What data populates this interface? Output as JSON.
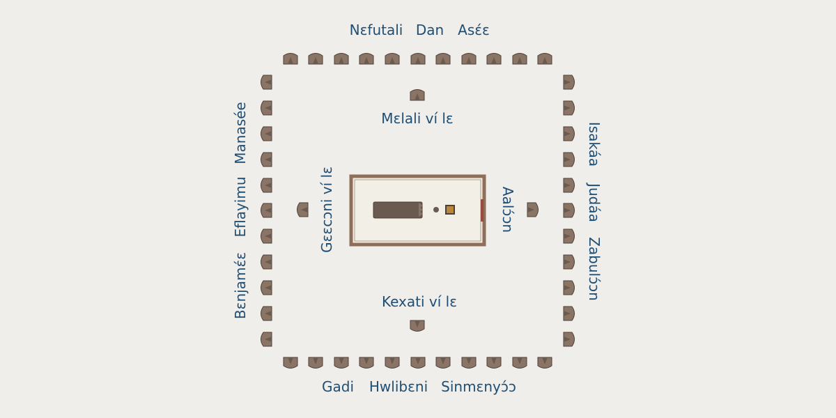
{
  "colors": {
    "background": "#efeeea",
    "text": "#1f4e74",
    "tent_body": "#8a7466",
    "tent_front": "#6d5a4e",
    "tent_outline": "#4e3f36",
    "court_fill": "#f2efe7",
    "court_border": "#8d6f5c"
  },
  "tribes": {
    "north": [
      "Nɛfutali",
      "Dan",
      "Asɛ́ɛ"
    ],
    "west": [
      "Manasée",
      "Eflayimu",
      "Bɛnjamɛ́ɛ"
    ],
    "east": [
      "Isakáa",
      "Judáa",
      "Zabulɔ́ɔn"
    ],
    "south": [
      "Gadi",
      "Hwlibɛni",
      "Sinmɛnyɔ́ɔ"
    ]
  },
  "levites": {
    "north": "Mɛlali ví lɛ",
    "west": "Gɛɛcɔni ví lɛ",
    "east": "Aalɔ́ɔn",
    "south": "Kexati ví lɛ"
  }
}
